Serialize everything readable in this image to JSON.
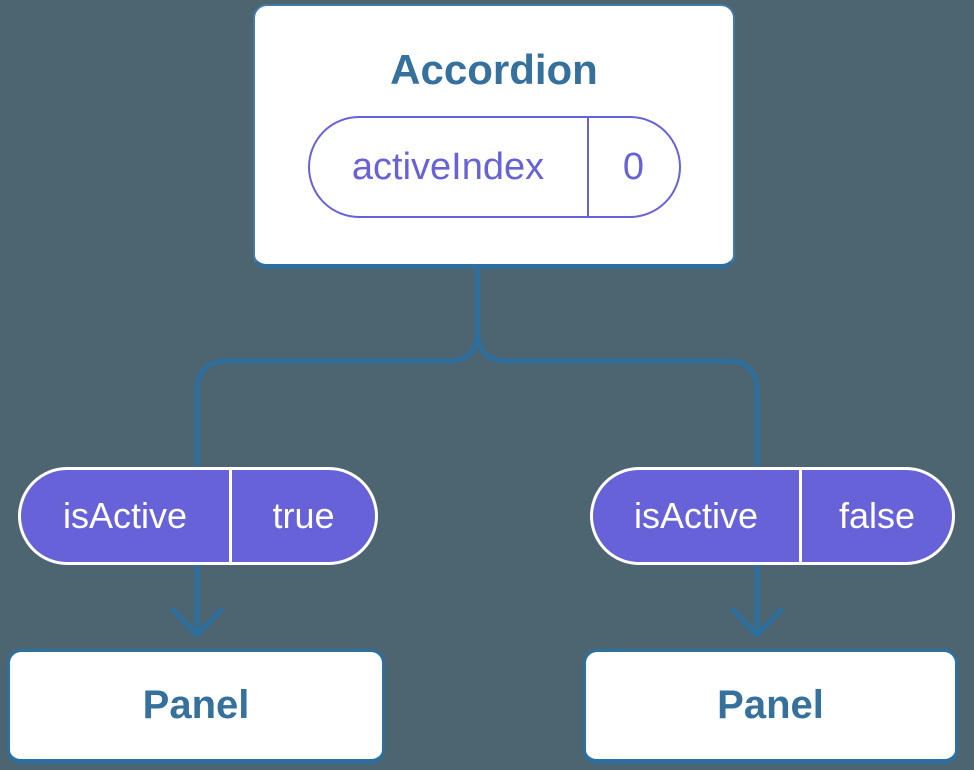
{
  "theme": {
    "bg": "#4d6571",
    "line": "#2e6f9e",
    "heading": "#35719c",
    "purple": "#6762d8",
    "boxBg": "#ffffff",
    "boxBorder": "#447ba6"
  },
  "accordion": {
    "title": "Accordion",
    "state": {
      "name": "activeIndex",
      "value": "0"
    }
  },
  "children": [
    {
      "prop": {
        "name": "isActive",
        "value": "true"
      },
      "panel": {
        "title": "Panel"
      }
    },
    {
      "prop": {
        "name": "isActive",
        "value": "false"
      },
      "panel": {
        "title": "Panel"
      }
    }
  ]
}
